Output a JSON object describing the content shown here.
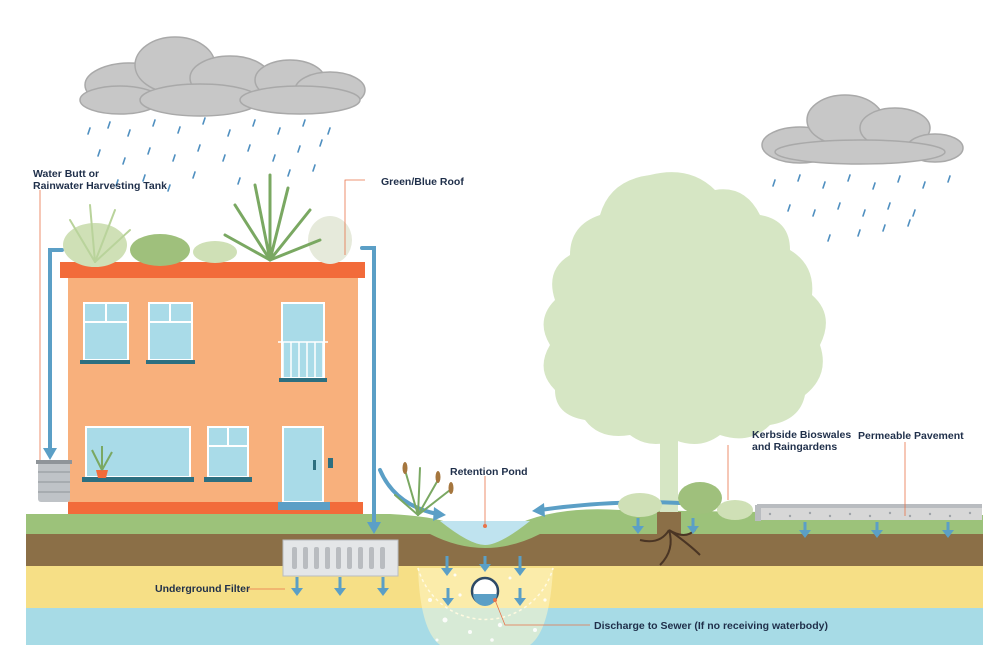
{
  "labels": {
    "water_butt_line1": "Water Butt or",
    "water_butt_line2": "Rainwater Harvesting Tank",
    "green_blue_roof": "Green/Blue Roof",
    "retention_pond": "Retention Pond",
    "kerbside_line1": "Kerbside Bioswales",
    "kerbside_line2": "and Raingardens",
    "permeable_pavement": "Permeable Pavement",
    "underground_filter": "Underground Filter",
    "discharge_to_sewer": "Discharge to Sewer (If no receiving waterbody)"
  },
  "colors": {
    "label_text": "#1f2f4a",
    "leader_line": "#e8734a",
    "arrow": "#5b9fc6",
    "house_wall": "#f8b07c",
    "roof_band": "#f26b3a",
    "window": "#a9dbe8",
    "window_frame": "#2d6f80",
    "grass": "#9cc27a",
    "topsoil": "#8b6f47",
    "sand": "#f6df86",
    "groundwater": "#a7dbe6",
    "cloud": "#c7c7c7",
    "tree": "#d6e6c4",
    "pond": "#bfe3ef"
  }
}
